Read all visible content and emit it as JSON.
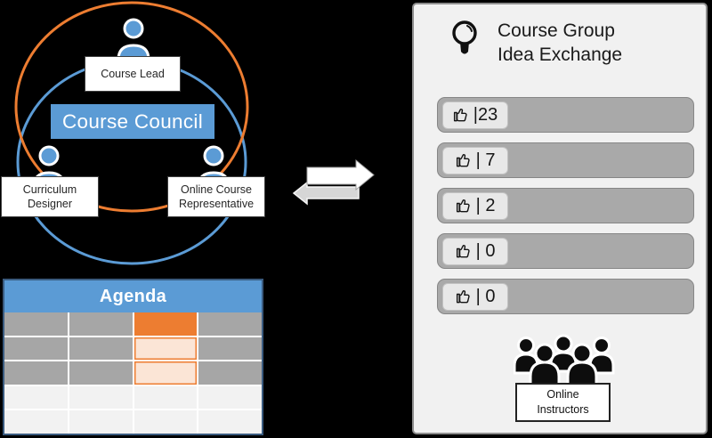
{
  "colors": {
    "blue_accent": "#5B9BD5",
    "orange_accent": "#ED7D31",
    "navy_table_border": "#3A5B7F",
    "panel_background": "#F1F1F1",
    "vote_button_gray": "#A9A9A9",
    "vote_chip_gray": "#E8E8E8",
    "peach_highlight": "#FBE5D6",
    "gray_row": "#A6A6A6",
    "light_row": "#F2F2F2",
    "background": "#000000"
  },
  "council": {
    "title": "Course Council",
    "lead_label": "Course Lead",
    "designer_label_line1": "Curriculum",
    "designer_label_line2": "Designer",
    "representative_label_line1": "Online Course",
    "representative_label_line2": "Representative"
  },
  "agenda": {
    "title": "Agenda",
    "grid": [
      "g",
      "g",
      "o",
      "g",
      "g",
      "g",
      "p",
      "g",
      "g",
      "g",
      "p",
      "g",
      "w",
      "w",
      "w",
      "w",
      "w",
      "w",
      "w",
      "w"
    ],
    "cell_colors": {
      "g": "#A6A6A6",
      "o": "#ED7D31",
      "p": "#FBE5D6",
      "w": "#F2F2F2"
    }
  },
  "exchange": {
    "title_line1": "Course Group",
    "title_line2": "Idea Exchange",
    "idea_buttons": [
      {
        "icon": "thumbs-up-icon",
        "label": "|23"
      },
      {
        "icon": "thumbs-up-icon",
        "label": "| 7"
      },
      {
        "icon": "thumbs-up-icon",
        "label": "| 2"
      },
      {
        "icon": "thumbs-up-icon",
        "label": "| 0"
      },
      {
        "icon": "thumbs-up-icon",
        "label": "| 0"
      }
    ],
    "instructors_label_line1": "Online",
    "instructors_label_line2": "Instructors"
  }
}
